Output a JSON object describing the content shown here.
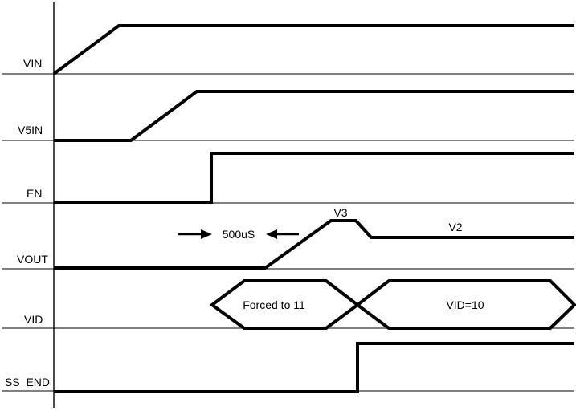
{
  "signals": [
    {
      "id": "vin",
      "label": "VIN"
    },
    {
      "id": "v5in",
      "label": "V5IN"
    },
    {
      "id": "en",
      "label": "EN"
    },
    {
      "id": "vout",
      "label": "VOUT"
    },
    {
      "id": "vid",
      "label": "VID"
    },
    {
      "id": "ss_end",
      "label": "SS_END"
    }
  ],
  "annotations": {
    "delay": "500uS",
    "vout_peak": "V3",
    "vout_settle": "V2",
    "vid_forced": "Forced to 11",
    "vid_value": "VID=10"
  },
  "colors": {
    "trace": "#000000",
    "background": "#ffffff"
  }
}
